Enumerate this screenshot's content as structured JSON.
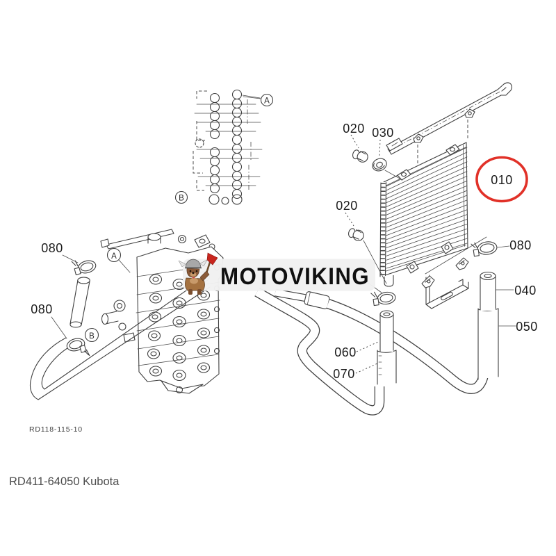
{
  "page": {
    "background": "#ffffff"
  },
  "watermark": {
    "brand": "MOTOVIKING",
    "mascot": "viking-dog-with-red-axe",
    "band_color": "#f1f1f1",
    "text_color": "#101010"
  },
  "diagram": {
    "drawing_number": "RD118-115-10",
    "highlight_color": "#e13128",
    "view_markers": {
      "schematic_a": "A",
      "schematic_b": "B",
      "valve_a": "A",
      "valve_b": "B"
    },
    "callouts": {
      "cooler": "010",
      "bolt_upper": "020",
      "grommet": "030",
      "bolt_lower": "020",
      "clamp_cooler": "080",
      "pipe_right": "040",
      "hose_right": "050",
      "pipe_center": "060",
      "hose_center": "070",
      "clamp_tube": "080",
      "clamp_hose": "080"
    }
  },
  "footer": {
    "caption": "RD411-64050 Kubota"
  }
}
